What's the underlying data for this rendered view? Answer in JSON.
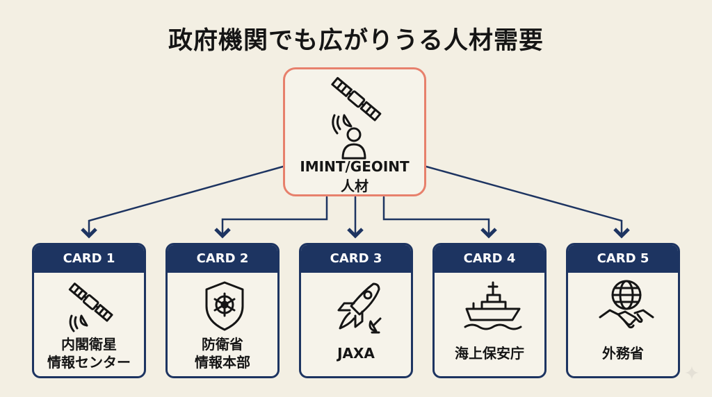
{
  "title": "政府機関でも広がりうる人材需要",
  "center": {
    "line1": "IMINT/GEOINT",
    "line2": "人材",
    "icon": "satellite-person-icon",
    "border_color": "#e7806c"
  },
  "cards": [
    {
      "header": "CARD 1",
      "line1": "内閣衛星",
      "line2": "情報センター",
      "icon": "satellite-icon"
    },
    {
      "header": "CARD 2",
      "line1": "防衛省",
      "line2": "情報本部",
      "icon": "shield-emblem-icon"
    },
    {
      "header": "CARD 3",
      "line1": "JAXA",
      "line2": "",
      "icon": "rocket-dish-icon"
    },
    {
      "header": "CARD 4",
      "line1": "海上保安庁",
      "line2": "",
      "icon": "ship-icon"
    },
    {
      "header": "CARD 5",
      "line1": "外務省",
      "line2": "",
      "icon": "globe-handshake-icon"
    }
  ],
  "colors": {
    "navy": "#1d3461",
    "accent": "#e7806c",
    "background": "#f3efe3"
  }
}
